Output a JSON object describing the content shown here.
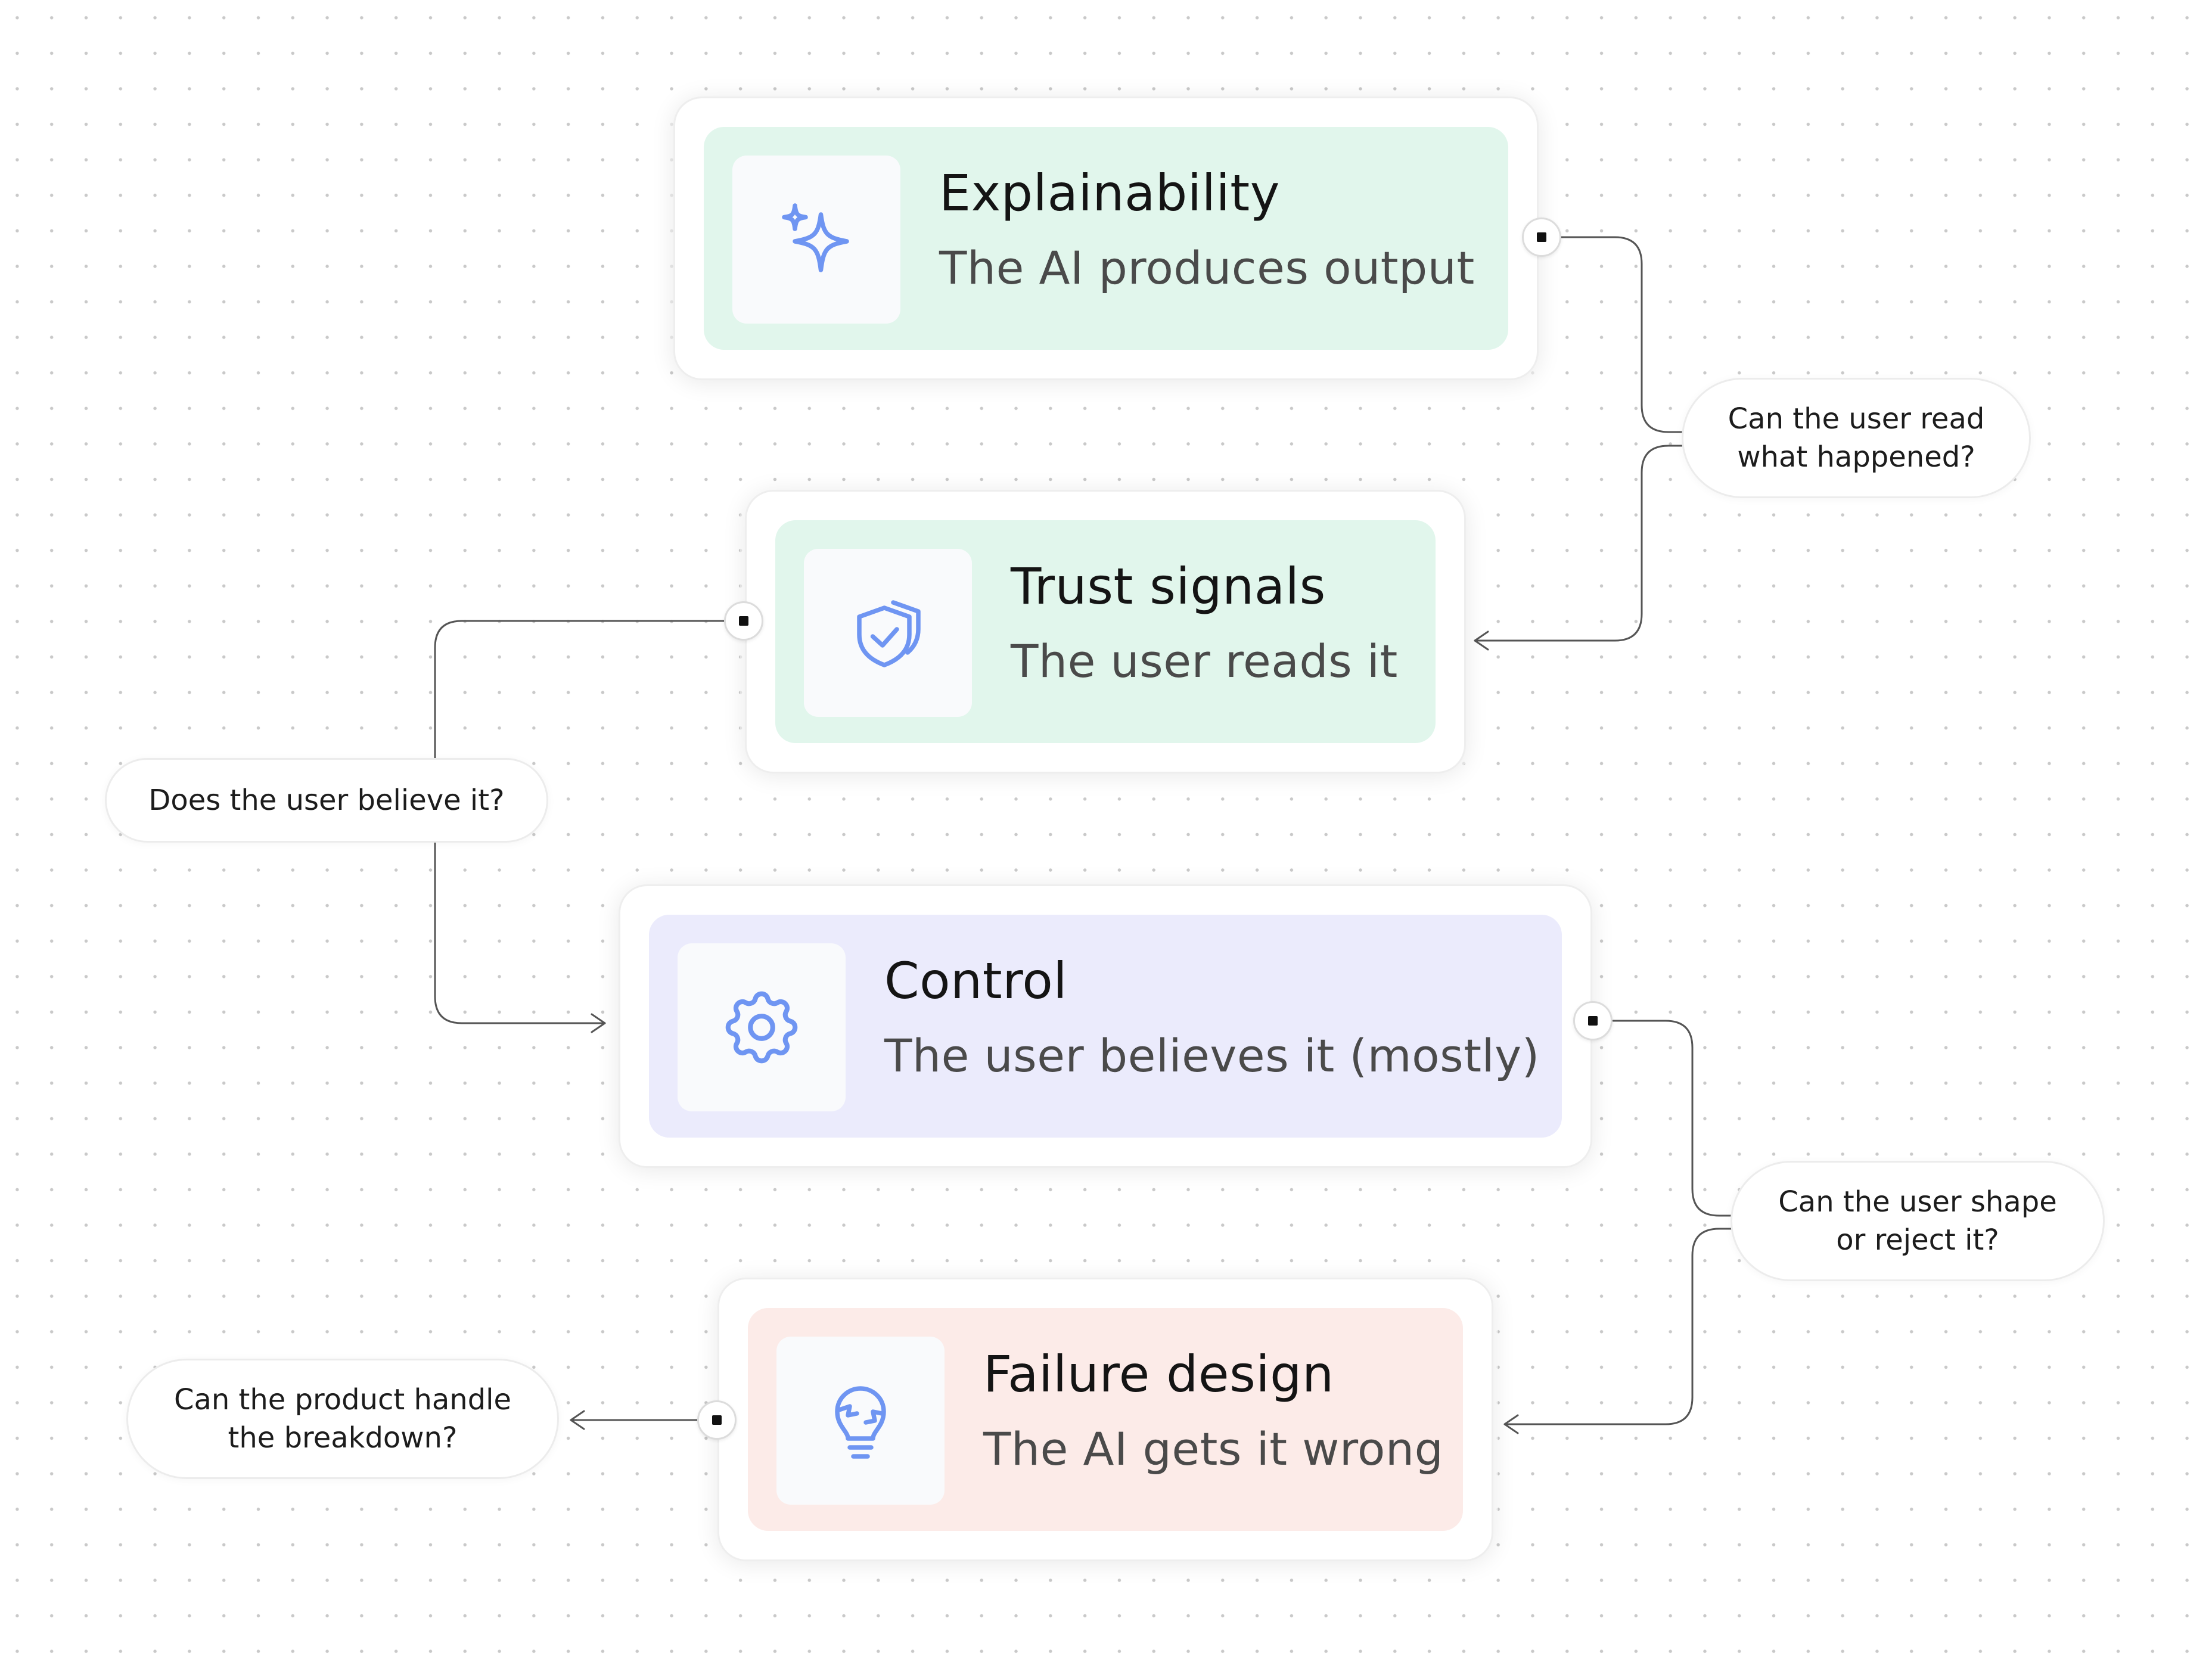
{
  "colors": {
    "green_fill": "#e1f6ec",
    "purple_fill": "#ebebfc",
    "red_fill": "#fcebe8",
    "icon_stroke": "#6f95f2",
    "connector": "#555555"
  },
  "nodes": [
    {
      "id": "explainability",
      "title": "Explainability",
      "subtitle": "The AI produces output",
      "icon": "sparkle-icon"
    },
    {
      "id": "trust",
      "title": "Trust signals",
      "subtitle": "The user reads it",
      "icon": "shield-check-icon"
    },
    {
      "id": "control",
      "title": "Control",
      "subtitle": "The user believes it (mostly)",
      "icon": "gear-icon"
    },
    {
      "id": "failure",
      "title": "Failure design",
      "subtitle": "The AI gets it wrong",
      "icon": "broken-bulb-icon"
    }
  ],
  "edge_labels": [
    {
      "id": "q1",
      "text": "Can the user read\nwhat happened?"
    },
    {
      "id": "q2",
      "text": "Does the user believe it?"
    },
    {
      "id": "q3",
      "text": "Can the user shape\nor reject it?"
    },
    {
      "id": "q4",
      "text": "Can the product handle\nthe breakdown?"
    }
  ]
}
